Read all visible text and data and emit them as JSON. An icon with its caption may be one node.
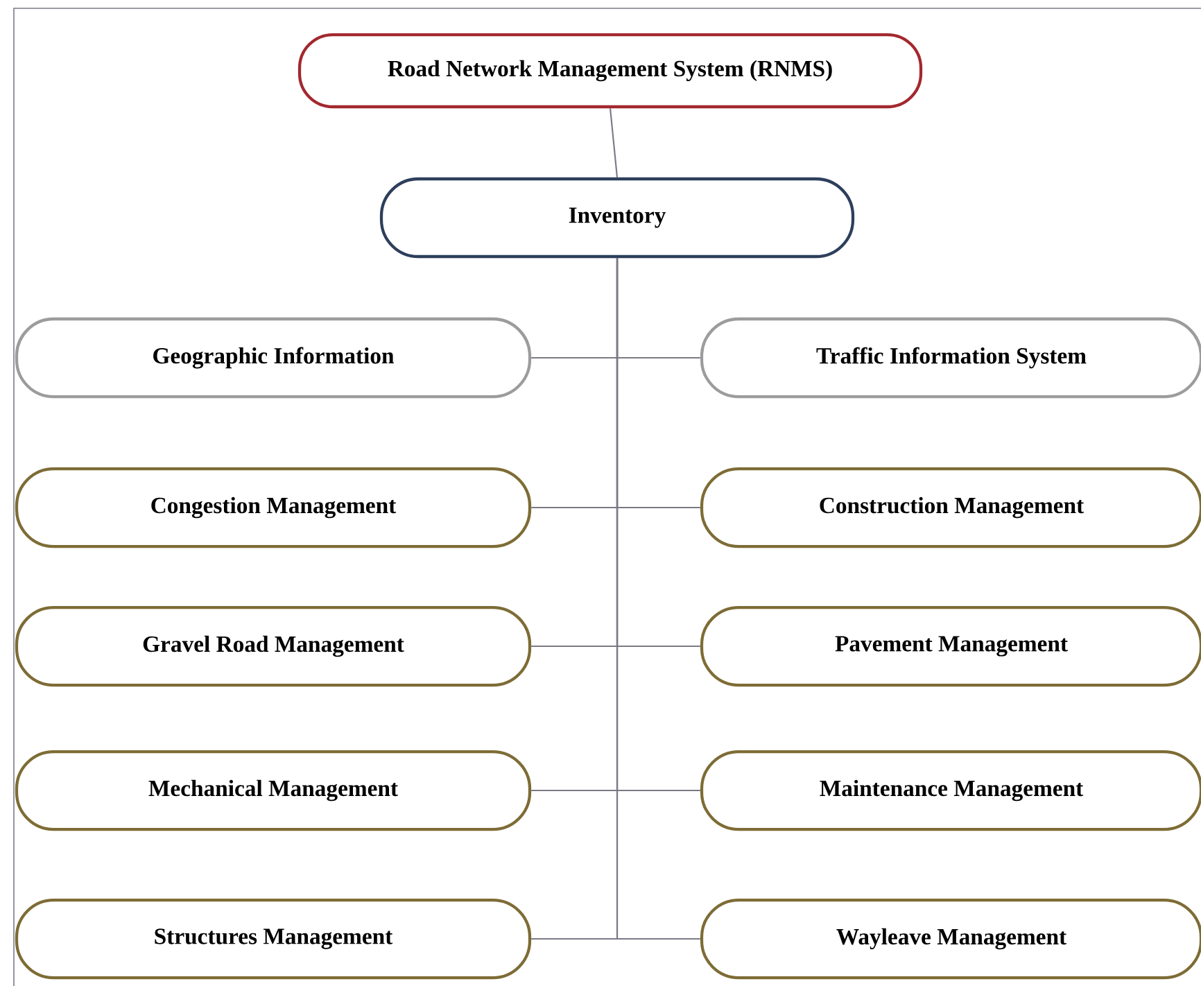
{
  "diagram": {
    "nodes": [
      {
        "text": [
          "Road Network Management System (RNMS)"
        ]
      },
      {
        "text": [
          "Inventory"
        ]
      },
      {
        "text": [
          "Geographic Information"
        ]
      },
      {
        "text": [
          "Traffic Information System"
        ]
      },
      {
        "text": [
          "Congestion Management"
        ]
      },
      {
        "text": [
          "Construction Management"
        ]
      },
      {
        "text": [
          "Gravel Road Management"
        ]
      },
      {
        "text": [
          "Pavement Management"
        ]
      },
      {
        "text": [
          "Mechanical Management"
        ]
      },
      {
        "text": [
          "Maintenance Management"
        ]
      },
      {
        "text": [
          "Structures Management"
        ]
      },
      {
        "text": [
          "Wayleave Management"
        ]
      }
    ],
    "edges": [
      {
        "from": 0,
        "to": 1,
        "arrow": "none"
      },
      {
        "from": 1,
        "to": 2,
        "arrow": "none"
      },
      {
        "from": 1,
        "to": 3,
        "arrow": "none"
      },
      {
        "from": 1,
        "to": 4,
        "arrow": "none"
      },
      {
        "from": 1,
        "to": 5,
        "arrow": "none"
      },
      {
        "from": 1,
        "to": 6,
        "arrow": "none"
      },
      {
        "from": 1,
        "to": 7,
        "arrow": "none"
      },
      {
        "from": 1,
        "to": 8,
        "arrow": "none"
      },
      {
        "from": 1,
        "to": 9,
        "arrow": "none"
      },
      {
        "from": 1,
        "to": 10,
        "arrow": "none"
      },
      {
        "from": 1,
        "to": 11,
        "arrow": "none"
      }
    ]
  }
}
